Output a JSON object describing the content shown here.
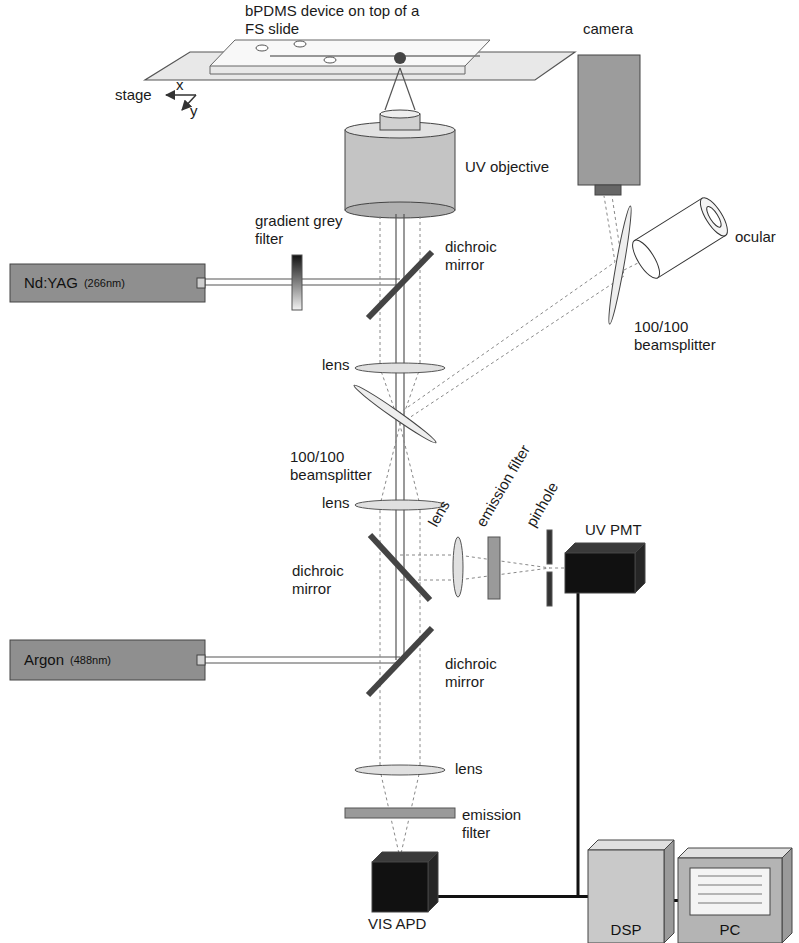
{
  "diagram": {
    "nodes": [
      {
        "text": [
          "Nd:YAG",
          "(266nm)"
        ]
      },
      {
        "text": [
          "UV PMT"
        ]
      },
      {
        "text": [
          "Argon",
          "(488nm)"
        ]
      },
      {
        "text": [
          "VIS APD"
        ]
      },
      {
        "text": [
          "DSP"
        ]
      },
      {
        "text": [
          "PC"
        ]
      }
    ],
    "edges": [
      {
        "from": 1,
        "to": 4,
        "arrow": "none"
      },
      {
        "from": 3,
        "to": 4,
        "arrow": "none"
      },
      {
        "from": 4,
        "to": 5,
        "arrow": "none"
      }
    ],
    "labels": [
      "bPDMS device on top of a FS slide",
      "stage",
      "x",
      "y",
      "camera",
      "UV objective",
      "gradient grey filter",
      "dichroic mirror",
      "ocular",
      "100/100 beamsplitter",
      "lens",
      "100/100 beamsplitter",
      "lens",
      "lens",
      "emission filter",
      "pinhole",
      "dichroic mirror",
      "dichroic mirror",
      "lens",
      "emission filter"
    ]
  }
}
